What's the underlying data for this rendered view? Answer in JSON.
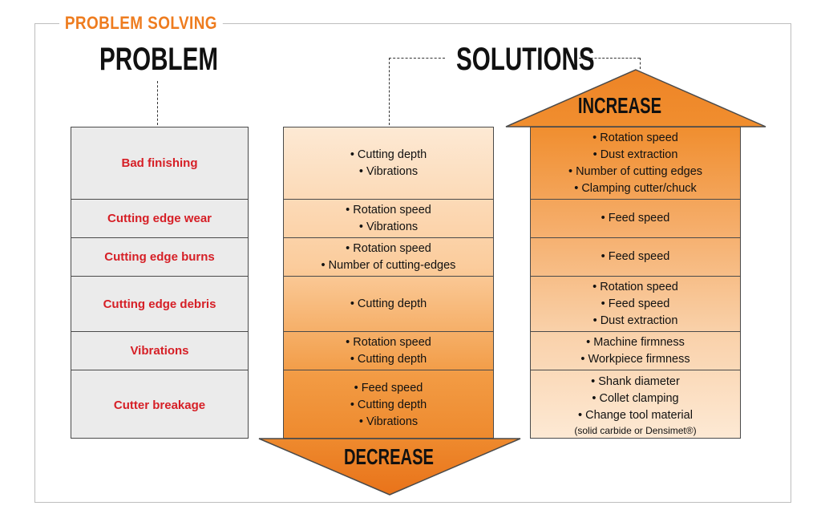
{
  "frame_title": "PROBLEM SOLVING",
  "problem_heading": "PROBLEM",
  "solutions_heading": "SOLUTIONS",
  "decrease_label": "DECREASE",
  "increase_label": "INCREASE",
  "colors": {
    "accent_orange": "#EE7C1F",
    "problem_red": "#D61F26",
    "problem_bg": "#EBEBEB"
  },
  "rows": [
    {
      "problem": "Bad finishing",
      "decrease": [
        "Cutting depth",
        "Vibrations"
      ],
      "increase": [
        "Rotation speed",
        "Dust extraction",
        "Number of cutting edges",
        "Clamping cutter/chuck"
      ]
    },
    {
      "problem": "Cutting edge wear",
      "decrease": [
        "Rotation speed",
        "Vibrations"
      ],
      "increase": [
        "Feed speed"
      ]
    },
    {
      "problem": "Cutting edge burns",
      "decrease": [
        "Rotation speed",
        "Number of cutting-edges"
      ],
      "increase": [
        "Feed speed"
      ]
    },
    {
      "problem": "Cutting edge debris",
      "decrease": [
        "Cutting depth"
      ],
      "increase": [
        "Rotation speed",
        "Feed speed",
        "Dust extraction"
      ]
    },
    {
      "problem": "Vibrations",
      "decrease": [
        "Rotation speed",
        "Cutting depth"
      ],
      "increase": [
        "Machine firmness",
        "Workpiece firmness"
      ]
    },
    {
      "problem": "Cutter breakage",
      "decrease": [
        "Feed speed",
        "Cutting depth",
        "Vibrations"
      ],
      "increase": [
        "Shank diameter",
        "Collet clamping",
        "Change tool material"
      ],
      "increase_note": "(solid carbide or Densimet®)"
    }
  ]
}
